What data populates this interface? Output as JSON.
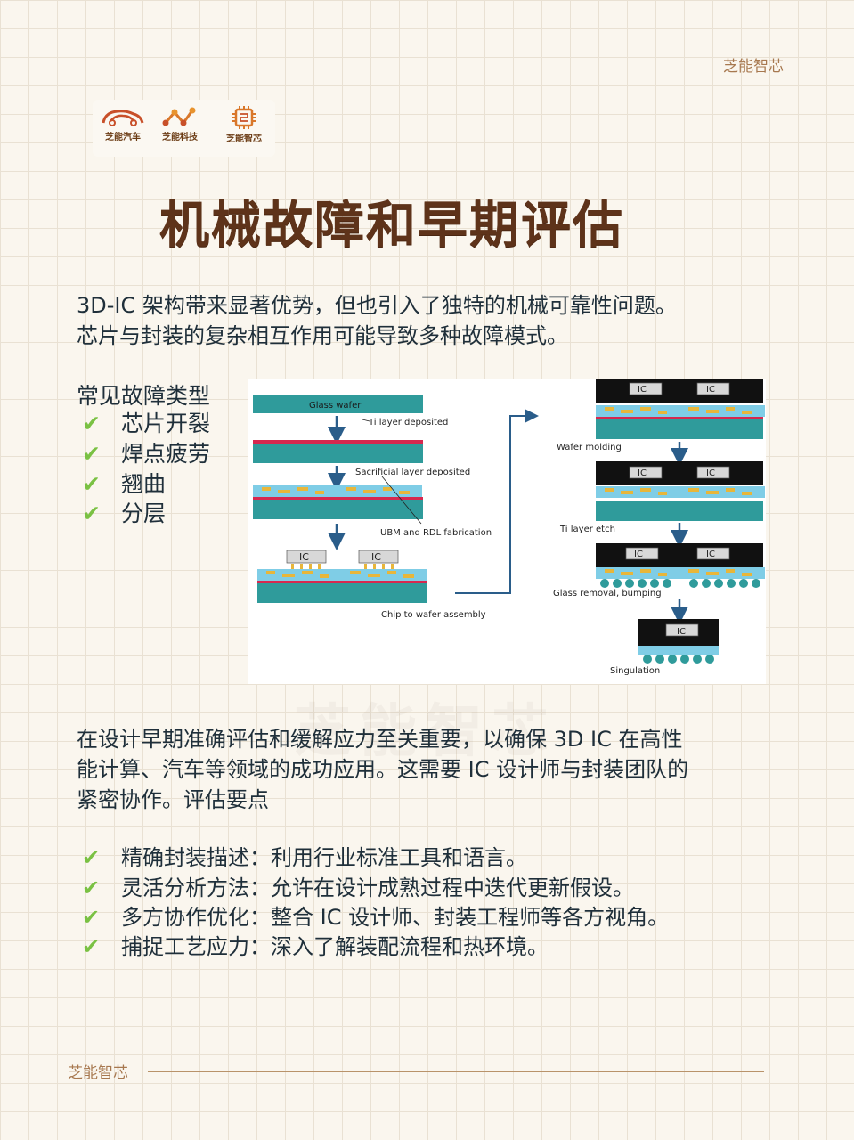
{
  "header": {
    "brand": "芝能智芯"
  },
  "logos": [
    {
      "label": "芝能汽车",
      "icon": "car-logo-icon"
    },
    {
      "label": "芝能科技",
      "icon": "network-logo-icon"
    },
    {
      "label": "芝能智芯",
      "icon": "chip-logo-icon"
    }
  ],
  "title": "机械故障和早期评估",
  "intro": [
    "3D-IC 架构带来显著优势，但也引入了独特的机械可靠性问题。",
    "芯片与封装的复杂相互作用可能导致多种故障模式。"
  ],
  "failure_types": {
    "title": "常见故障类型",
    "items": [
      "芯片开裂",
      "焊点疲劳",
      "翘曲",
      "分层"
    ]
  },
  "diagram": {
    "steps": {
      "glass_wafer": "Glass wafer",
      "ti_layer_deposited": "Ti layer deposited",
      "sacrificial": "Sacrificial layer deposited",
      "ubm_rdl": "UBM and RDL fabrication",
      "chip_to_wafer": "Chip to wafer assembly",
      "wafer_molding": "Wafer molding",
      "ti_layer_etch": "Ti layer etch",
      "glass_removal": "Glass removal, bumping",
      "singulation": "Singulation"
    },
    "chip_label": "IC",
    "colors": {
      "teal": "#2f9b9b",
      "red": "#d6284f",
      "black": "#111111",
      "gold": "#e8b63a"
    }
  },
  "assessment": {
    "paragraph": [
      "在设计早期准确评估和缓解应力至关重要，以确保 3D IC 在高性",
      "能计算、汽车等领域的成功应用。这需要 IC 设计师与封装团队的",
      "紧密协作。评估要点"
    ],
    "points": [
      "精确封装描述：利用行业标准工具和语言。",
      "灵活分析方法：允许在设计成熟过程中迭代更新假设。",
      "多方协作优化：整合 IC 设计师、封装工程师等各方视角。",
      "捕捉工艺应力：深入了解装配流程和热环境。"
    ]
  },
  "footer": {
    "brand": "芝能智芯"
  },
  "checkmark": "✔"
}
